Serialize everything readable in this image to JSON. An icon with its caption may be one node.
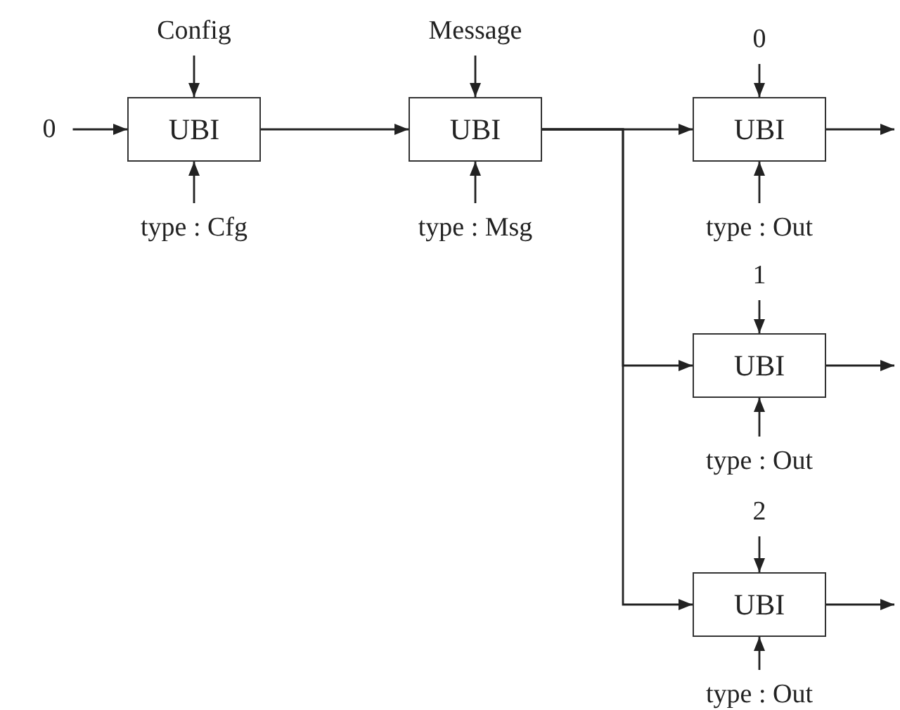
{
  "diagram": {
    "nodes": [
      {
        "text": [
          "0"
        ]
      },
      {
        "text": [
          "UBI"
        ]
      },
      {
        "text": [
          "Config"
        ]
      },
      {
        "text": [
          "type : Cfg"
        ]
      },
      {
        "text": [
          "UBI"
        ]
      },
      {
        "text": [
          "Message"
        ]
      },
      {
        "text": [
          "type : Msg"
        ]
      },
      {
        "text": [
          "UBI"
        ]
      },
      {
        "text": [
          "0"
        ]
      },
      {
        "text": [
          "type : Out"
        ]
      },
      {
        "text": [
          "UBI"
        ]
      },
      {
        "text": [
          "1"
        ]
      },
      {
        "text": [
          "type : Out"
        ]
      },
      {
        "text": [
          "UBI"
        ]
      },
      {
        "text": [
          "2"
        ]
      },
      {
        "text": [
          "type : Out"
        ]
      }
    ],
    "edges": [
      {
        "from": 0,
        "to": 1,
        "arrow": "to"
      },
      {
        "from": 2,
        "to": 1,
        "arrow": "to"
      },
      {
        "from": 3,
        "to": 1,
        "arrow": "to"
      },
      {
        "from": 1,
        "to": 4,
        "arrow": "to"
      },
      {
        "from": 5,
        "to": 4,
        "arrow": "to"
      },
      {
        "from": 6,
        "to": 4,
        "arrow": "to"
      },
      {
        "from": 4,
        "to": 7,
        "arrow": "to"
      },
      {
        "from": 4,
        "to": 10,
        "arrow": "to"
      },
      {
        "from": 4,
        "to": 13,
        "arrow": "to"
      },
      {
        "from": 8,
        "to": 7,
        "arrow": "to"
      },
      {
        "from": 9,
        "to": 7,
        "arrow": "to"
      },
      {
        "from": 11,
        "to": 10,
        "arrow": "to"
      },
      {
        "from": 12,
        "to": 10,
        "arrow": "to"
      },
      {
        "from": 14,
        "to": 13,
        "arrow": "to"
      },
      {
        "from": 15,
        "to": 13,
        "arrow": "to"
      },
      {
        "from": 7,
        "to": null,
        "arrow": "to"
      },
      {
        "from": 10,
        "to": null,
        "arrow": "to"
      },
      {
        "from": 13,
        "to": null,
        "arrow": "to"
      }
    ]
  }
}
